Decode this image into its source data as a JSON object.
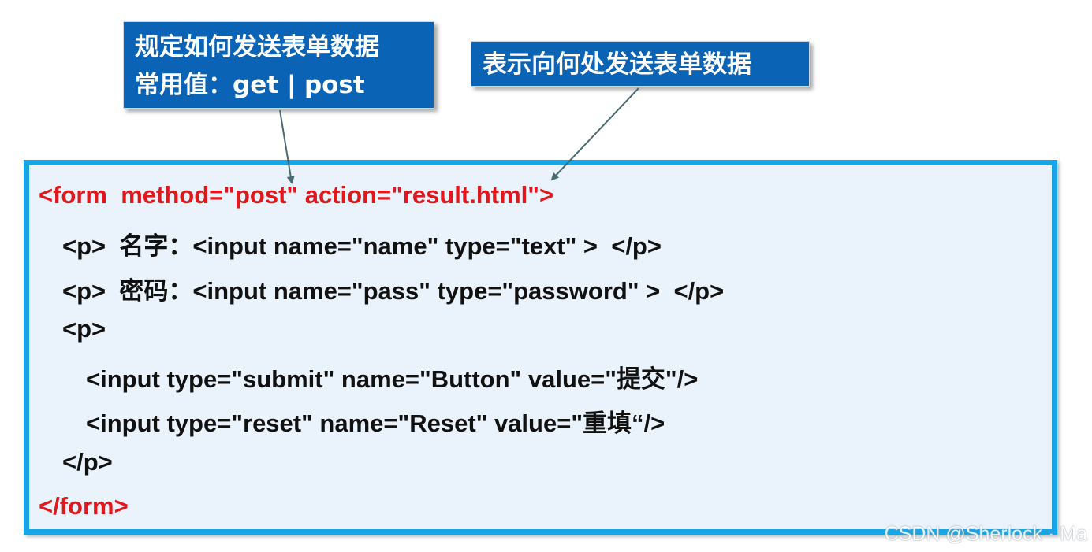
{
  "callouts": {
    "method": {
      "line1": "规定如何发送表单数据",
      "line2": "常用值：get  | post"
    },
    "action": {
      "text": "表示向何处发送表单数据"
    }
  },
  "code": {
    "lines": [
      "<form  method=\"post\" action=\"result.html\">",
      "<p>  名字：<input name=\"name\" type=\"text\" >  </p>",
      "<p>  密码：<input name=\"pass\" type=\"password\" >  </p>",
      "<p>",
      "<input type=\"submit\" name=\"Button\" value=\"提交\"/>",
      "<input type=\"reset\" name=\"Reset\" value=\"重填“/>",
      "</p>",
      "</form>"
    ]
  },
  "colors": {
    "callout_bg": "#0a63b5",
    "code_border": "#18a4e5",
    "code_bg": "#eaf2fb",
    "form_tag": "#e0171b",
    "code_text": "#111111",
    "arrow": "#4a6a72"
  },
  "watermark": "CSDN @Sherlock · Ma"
}
